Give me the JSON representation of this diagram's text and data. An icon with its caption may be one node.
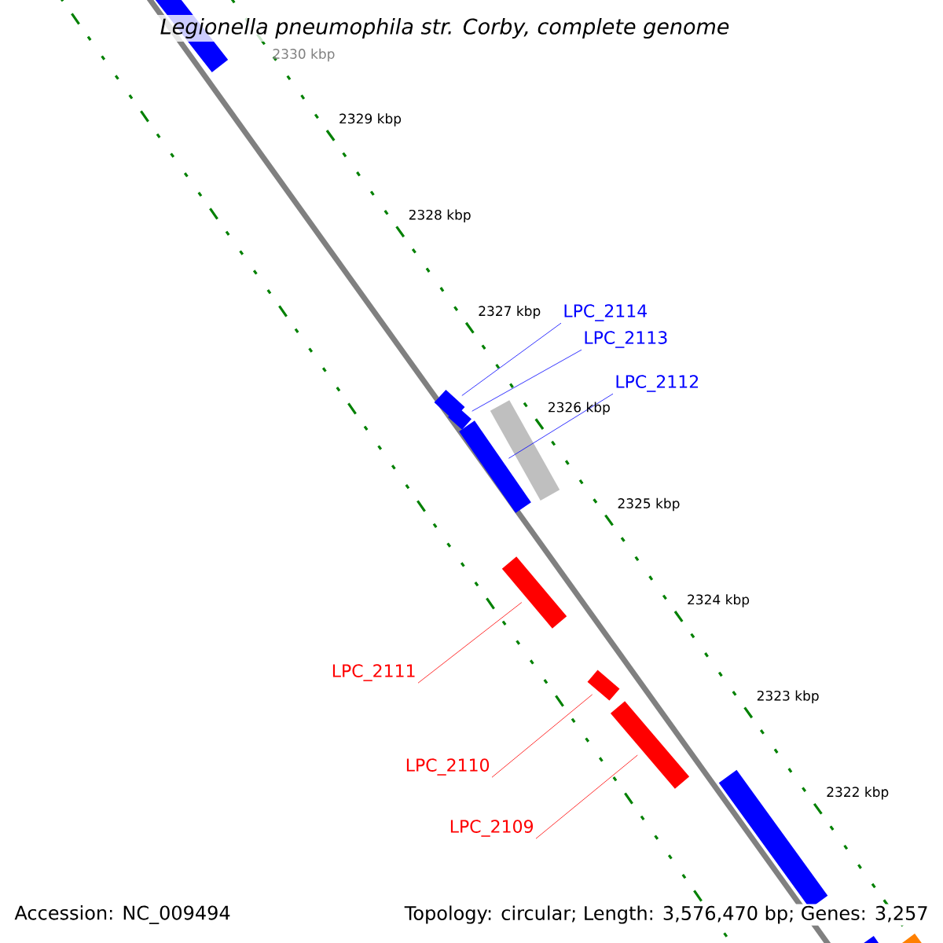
{
  "diagram": {
    "title": "*Legionella pneumophila* str. Corby, complete genome",
    "nodes": [
      {
        "text": [
          "LPC_2114"
        ]
      },
      {
        "text": [
          "LPC_2113"
        ]
      },
      {
        "text": [
          "LPC_2112"
        ]
      },
      {
        "text": [
          "LPC_2111"
        ]
      },
      {
        "text": [
          "LPC_2110"
        ]
      },
      {
        "text": [
          "LPC_2109"
        ]
      },
      {
        "text": [],
        "shape": "bar"
      },
      {
        "text": [],
        "shape": "bar"
      },
      {
        "text": [],
        "shape": "bar"
      },
      {
        "text": [],
        "shape": "bar"
      },
      {
        "text": [],
        "shape": "bar"
      },
      {
        "text": [],
        "shape": "bar"
      },
      {
        "text": [],
        "shape": "bar"
      },
      {
        "text": [],
        "shape": "bar"
      },
      {
        "text": [],
        "shape": "bar"
      },
      {
        "text": [],
        "shape": "bar"
      },
      {
        "text": [],
        "shape": "bar"
      }
    ],
    "edges": [
      {
        "from": 0,
        "to": 6,
        "arrow": "none",
        "color": "#0000ff"
      },
      {
        "from": 1,
        "to": 7,
        "arrow": "none",
        "color": "#0000ff"
      },
      {
        "from": 2,
        "to": 8,
        "arrow": "none",
        "color": "#0000ff"
      },
      {
        "from": 3,
        "to": 9,
        "arrow": "none",
        "color": "#ff0000"
      },
      {
        "from": 4,
        "to": 10,
        "arrow": "none",
        "color": "#ff0000"
      },
      {
        "from": 5,
        "to": 11,
        "arrow": "none",
        "color": "#ff0000"
      }
    ],
    "labels": [
      "2330 kbp",
      "2329 kbp",
      "2328 kbp",
      "2327 kbp",
      "2326 kbp",
      "2325 kbp",
      "2324 kbp",
      "2323 kbp",
      "2322 kbp",
      "Accession: NC_009494",
      "Topology: circular; Length: 3,576,470 bp; Genes: 3,257"
    ]
  }
}
